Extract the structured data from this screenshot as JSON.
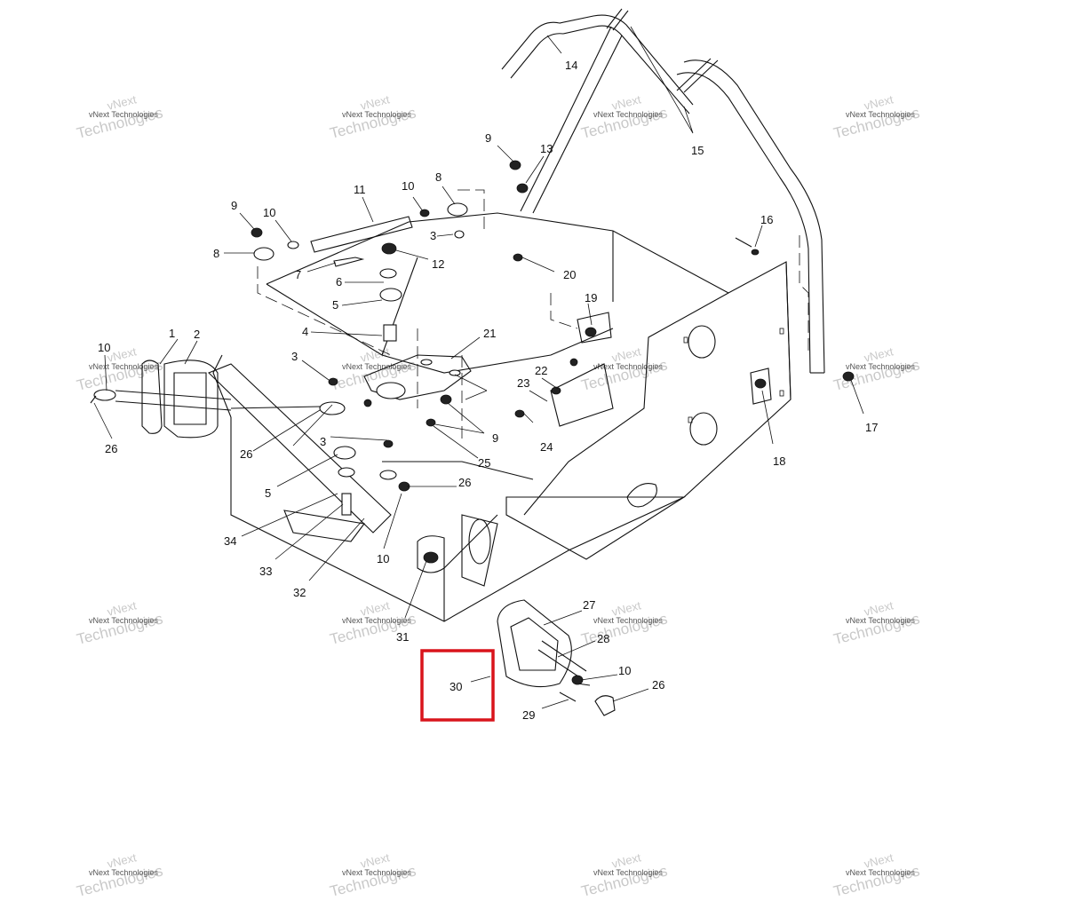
{
  "watermark": {
    "line1": "vNext",
    "line2": "Technologies",
    "line3": "vNext Technologies"
  },
  "callouts": [
    {
      "id": "c1",
      "text": "1"
    },
    {
      "id": "c2",
      "text": "2"
    },
    {
      "id": "c3a",
      "text": "3"
    },
    {
      "id": "c3b",
      "text": "3"
    },
    {
      "id": "c3c",
      "text": "3"
    },
    {
      "id": "c4",
      "text": "4"
    },
    {
      "id": "c5a",
      "text": "5"
    },
    {
      "id": "c5b",
      "text": "5"
    },
    {
      "id": "c6",
      "text": "6"
    },
    {
      "id": "c7",
      "text": "7"
    },
    {
      "id": "c8a",
      "text": "8"
    },
    {
      "id": "c8b",
      "text": "8"
    },
    {
      "id": "c9a",
      "text": "9"
    },
    {
      "id": "c9b",
      "text": "9"
    },
    {
      "id": "c9c",
      "text": "9"
    },
    {
      "id": "c10a",
      "text": "10"
    },
    {
      "id": "c10b",
      "text": "10"
    },
    {
      "id": "c10c",
      "text": "10"
    },
    {
      "id": "c10d",
      "text": "10"
    },
    {
      "id": "c10e",
      "text": "10"
    },
    {
      "id": "c11",
      "text": "11"
    },
    {
      "id": "c12",
      "text": "12"
    },
    {
      "id": "c13",
      "text": "13"
    },
    {
      "id": "c14",
      "text": "14"
    },
    {
      "id": "c15",
      "text": "15"
    },
    {
      "id": "c16",
      "text": "16"
    },
    {
      "id": "c17",
      "text": "17"
    },
    {
      "id": "c18",
      "text": "18"
    },
    {
      "id": "c19",
      "text": "19"
    },
    {
      "id": "c20",
      "text": "20"
    },
    {
      "id": "c21",
      "text": "21"
    },
    {
      "id": "c22",
      "text": "22"
    },
    {
      "id": "c23",
      "text": "23"
    },
    {
      "id": "c24",
      "text": "24"
    },
    {
      "id": "c25",
      "text": "25"
    },
    {
      "id": "c26a",
      "text": "26"
    },
    {
      "id": "c26b",
      "text": "26"
    },
    {
      "id": "c26c",
      "text": "26"
    },
    {
      "id": "c26d",
      "text": "26"
    },
    {
      "id": "c27",
      "text": "27"
    },
    {
      "id": "c28",
      "text": "28"
    },
    {
      "id": "c29",
      "text": "29"
    },
    {
      "id": "c30",
      "text": "30"
    },
    {
      "id": "c31",
      "text": "31"
    },
    {
      "id": "c32",
      "text": "32"
    },
    {
      "id": "c33",
      "text": "33"
    },
    {
      "id": "c34",
      "text": "34"
    }
  ],
  "highlight": {
    "target": "30",
    "color": "#d9141b"
  }
}
